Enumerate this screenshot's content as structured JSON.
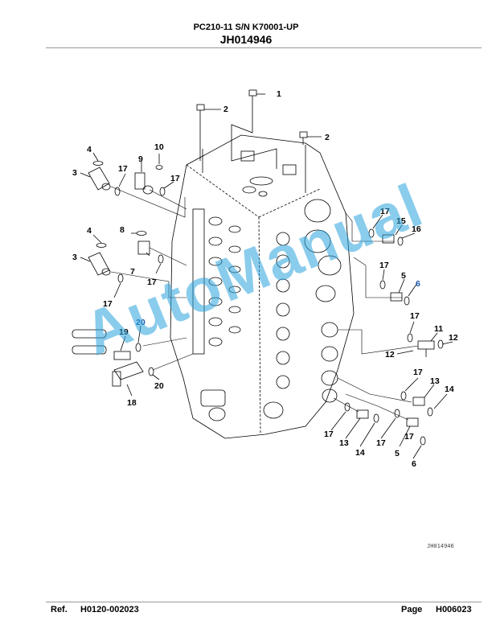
{
  "header": {
    "model_line": "PC210-11 S/N K70001-UP",
    "diagram_id": "JH014946"
  },
  "figure": {
    "code_label": "JH014946",
    "callouts": [
      "1",
      "2",
      "2",
      "3",
      "3",
      "4",
      "4",
      "5",
      "5",
      "6",
      "6",
      "7",
      "8",
      "9",
      "10",
      "11",
      "12",
      "12",
      "13",
      "13",
      "14",
      "14",
      "15",
      "16",
      "17",
      "17",
      "17",
      "17",
      "17",
      "17",
      "17",
      "17",
      "17",
      "17",
      "17",
      "18",
      "19",
      "20",
      "20"
    ]
  },
  "watermark": "AutoManual",
  "footer": {
    "ref_label": "Ref.",
    "ref_value": "H0120-002023",
    "page_label": "Page",
    "page_value": "H006023"
  }
}
